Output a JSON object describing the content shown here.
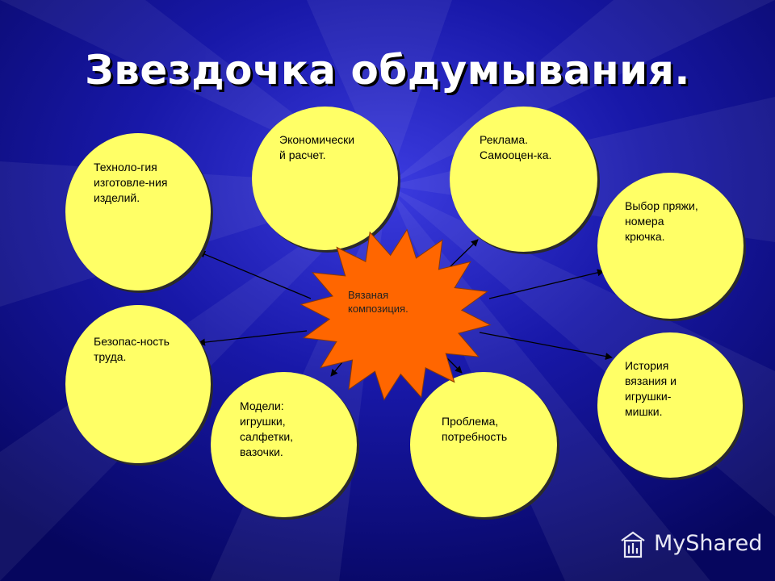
{
  "slide": {
    "title": "Звездочка обдумывания.",
    "center": {
      "label": "Вязаная\nкомпозиция."
    },
    "nodes": [
      {
        "id": "technology",
        "label": "Техноло-гия\nизготовле-ния\nизделий."
      },
      {
        "id": "economic",
        "label": "Экономически\nй расчет."
      },
      {
        "id": "advertising",
        "label": "Реклама.\nСамооцен-ка."
      },
      {
        "id": "yarn",
        "label": "Выбор пряжи,\nномера\nкрючка."
      },
      {
        "id": "history",
        "label": "История\nвязания и\nигрушки-\nмишки."
      },
      {
        "id": "problem",
        "label": "Проблема,\nпотребность"
      },
      {
        "id": "models",
        "label": "Модели:\nигрушки,\nсалфетки,\nвазочки."
      },
      {
        "id": "safety",
        "label": "Безопас-ность\nтруда."
      }
    ]
  },
  "colors": {
    "background": "#0a0a6e",
    "bubble": "#ffff66",
    "star": "#ff6600",
    "title": "#ffffff"
  },
  "watermark": {
    "text": "MyShared"
  }
}
